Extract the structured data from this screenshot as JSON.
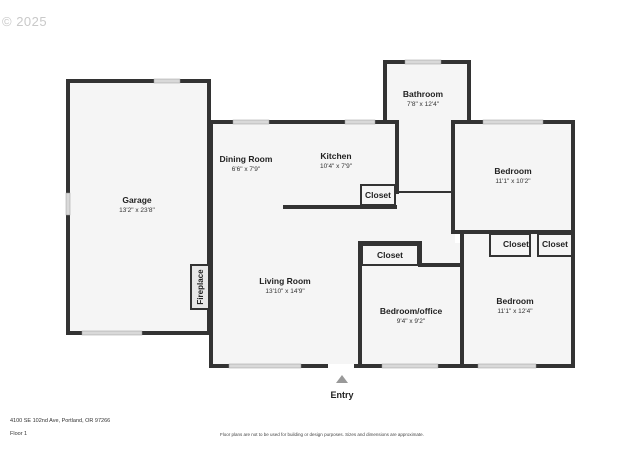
{
  "watermark": "© 2025",
  "rooms": {
    "garage": {
      "name": "Garage",
      "dim": "13'2\" x 23'8\""
    },
    "dining_room": {
      "name": "Dining Room",
      "dim": "6'6\" x 7'9\""
    },
    "kitchen": {
      "name": "Kitchen",
      "dim": "10'4\" x 7'9\""
    },
    "bathroom": {
      "name": "Bathroom",
      "dim": "7'8\" x 12'4\""
    },
    "bedroom_1": {
      "name": "Bedroom",
      "dim": "11'1\" x 10'2\""
    },
    "living_room": {
      "name": "Living Room",
      "dim": "13'10\" x 14'9\""
    },
    "bedroom_office": {
      "name": "Bedroom/office",
      "dim": "9'4\" x 9'2\""
    },
    "bedroom_2": {
      "name": "Bedroom",
      "dim": "11'1\" x 12'4\""
    }
  },
  "closets": {
    "kitchen_closet": "Closet",
    "center_closet": "Closet",
    "bedroom_closet_a": "Closet",
    "bedroom_closet_b": "Closet"
  },
  "fireplace": "Fireplace",
  "entry": "Entry",
  "footer": {
    "address": "4100 SE 102nd Ave, Portland, OR 97266",
    "floor": "Floor 1",
    "disclaimer": "Floor plans are not to be used for building or design purposes. Sizes and dimensions are approximate."
  }
}
